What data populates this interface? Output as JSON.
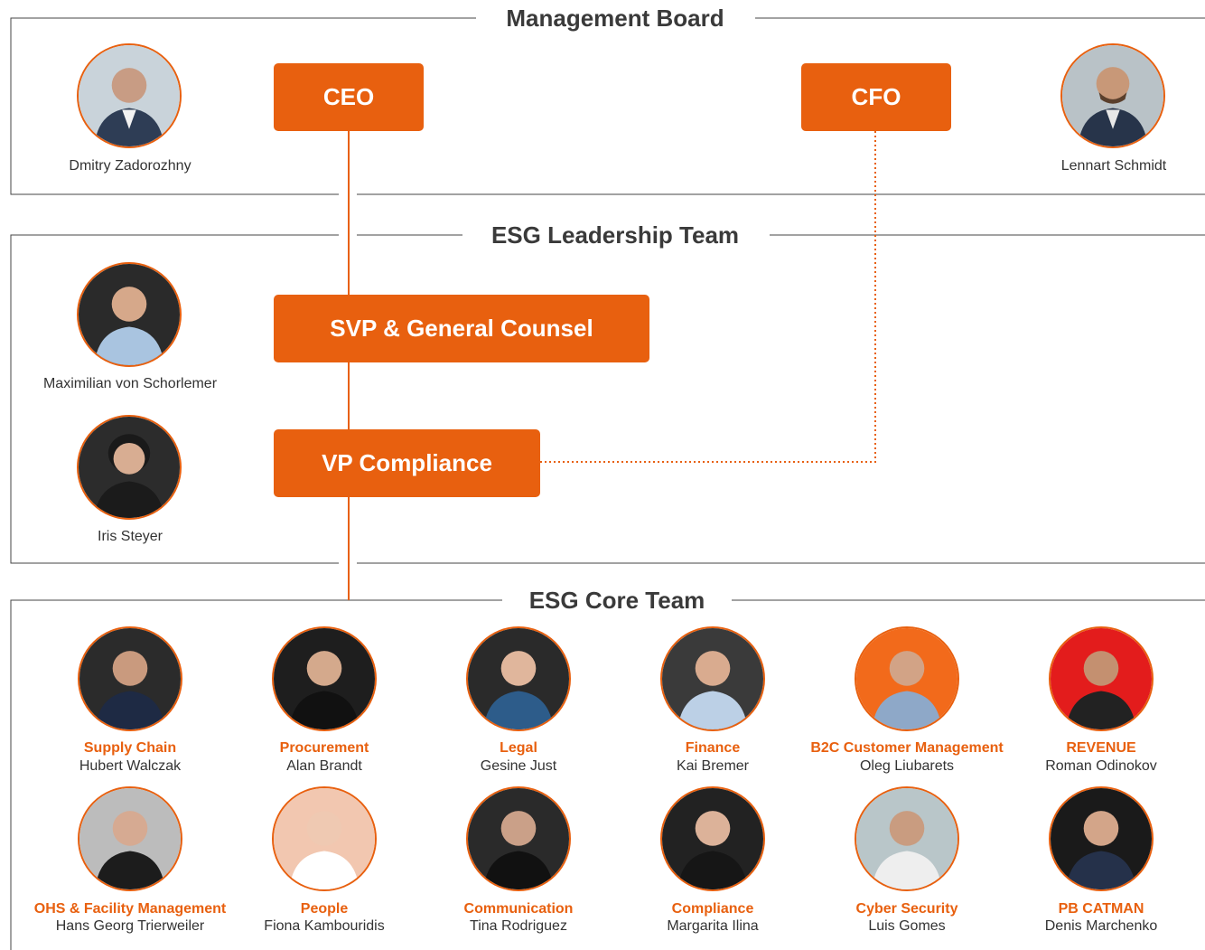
{
  "sections": {
    "management_board": "Management Board",
    "esg_leadership": "ESG Leadership Team",
    "esg_core": "ESG Core Team"
  },
  "boxes": {
    "ceo": "CEO",
    "cfo": "CFO",
    "svp": "SVP & General Counsel",
    "vp": "VP Compliance"
  },
  "colors": {
    "accent": "#e8600f",
    "frame": "#444444"
  },
  "board": [
    {
      "name": "Dmitry Zadorozhny",
      "photo": "portrait-icon"
    },
    {
      "name": "Lennart Schmidt",
      "photo": "portrait-icon"
    }
  ],
  "leadership": [
    {
      "name": "Maximilian von Schorlemer",
      "photo": "portrait-icon"
    },
    {
      "name": "Iris Steyer",
      "photo": "portrait-icon"
    }
  ],
  "core": [
    {
      "role": "Supply Chain",
      "name": "Hubert Walczak",
      "bg": "#2b2b2b"
    },
    {
      "role": "Procurement",
      "name": "Alan Brandt",
      "bg": "#1e1e1e"
    },
    {
      "role": "Legal",
      "name": "Gesine Just",
      "bg": "#2a2a2a"
    },
    {
      "role": "Finance",
      "name": "Kai Bremer",
      "bg": "#3a3a3a"
    },
    {
      "role": "B2C Customer Management",
      "name": "Oleg Liubarets",
      "bg": "#f26a1b"
    },
    {
      "role": "REVENUE",
      "name": "Roman Odinokov",
      "bg": "#e31c1c"
    },
    {
      "role": "OHS & Facility Management",
      "name": "Hans Georg Trierweiler",
      "bg": "#bcbcbc"
    },
    {
      "role": "People",
      "name": "Fiona Kambouridis",
      "bg": "#f2c7b0"
    },
    {
      "role": "Communication",
      "name": "Tina Rodriguez",
      "bg": "#2a2a2a"
    },
    {
      "role": "Compliance",
      "name": "Margarita Ilina",
      "bg": "#222222"
    },
    {
      "role": "Cyber Security",
      "name": "Luis Gomes",
      "bg": "#b9c6c9"
    },
    {
      "role": "PB CATMAN",
      "name": "Denis Marchenko",
      "bg": "#1a1a1a"
    }
  ]
}
